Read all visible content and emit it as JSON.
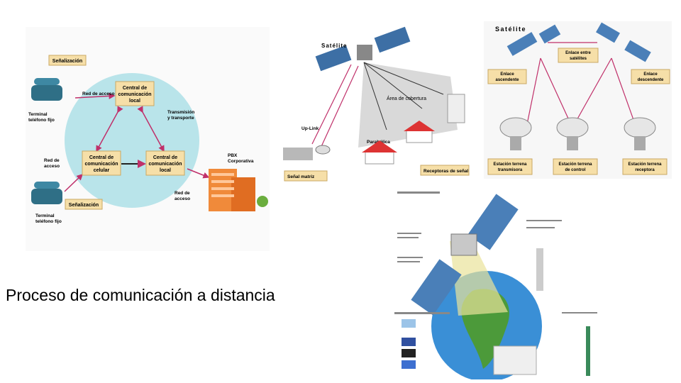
{
  "caption": "Proceso de comunicación a distancia",
  "panel_telephony": {
    "senalizacion_top": "Señalización",
    "central_local_top": [
      "Central de",
      "comunicación",
      "local"
    ],
    "red_acceso_top": "Red de acceso",
    "terminal_top": [
      "Terminal",
      "teléfono fijo"
    ],
    "transmision": [
      "Transmisión",
      "y transporte"
    ],
    "red_acceso_left": [
      "Red de",
      "acceso"
    ],
    "central_celular": [
      "Central de",
      "comunicación",
      "celular"
    ],
    "central_local_bottom": [
      "Central de",
      "comunicación",
      "local"
    ],
    "pbx": [
      "PBX",
      "Corporativa"
    ],
    "red_acceso_right": [
      "Red de",
      "acceso"
    ],
    "senalizacion_bottom": "Señalización",
    "terminal_bottom": [
      "Terminal",
      "teléfono fijo"
    ]
  },
  "panel_satellite": {
    "satelite": "Satélite",
    "area_cobertura": "Área de cobertura",
    "uplink": "Up-Link",
    "parabolica": "Parabólica",
    "senal_matriz": "Señal matriz",
    "receptoras": "Receptoras de señal"
  },
  "panel_stations": {
    "satelite": "Satélite",
    "enlace_satelites": [
      "Enlace entre",
      "satélites"
    ],
    "enlace_ascendente": [
      "Enlace",
      "ascendente"
    ],
    "enlace_descendente": [
      "Enlace",
      "descendente"
    ],
    "estacion_transmisora": [
      "Estación terrena",
      "transmisora"
    ],
    "estacion_control": [
      "Estación terrena",
      "de control"
    ],
    "estacion_receptora": [
      "Estación terrena",
      "receptora"
    ]
  },
  "colors": {
    "circle": "#b9e4ea",
    "label_box": "#f6dfa8",
    "arrow": "#c0306a",
    "building": "#f08a3a",
    "earth": "#3a8fd6",
    "panel_blue": "#4a7fb8"
  }
}
